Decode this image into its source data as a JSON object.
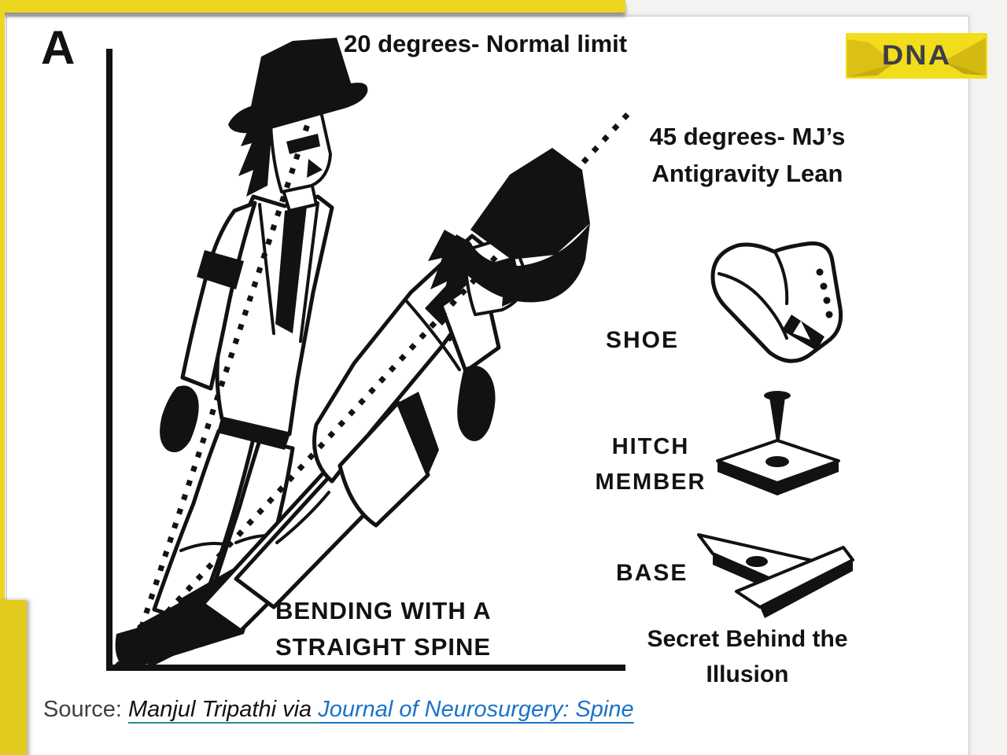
{
  "page": {
    "background": "#f4f3f1",
    "card_background": "#ffffff",
    "accent_yellow": "#ecd51e",
    "ink_black": "#121212",
    "link_blue": "#1a73c8"
  },
  "panel_label": "A",
  "annotations": {
    "normal_limit": "20 degrees- Normal limit",
    "mj_lean_line1": "45 degrees- MJ’s",
    "mj_lean_line2": "Antigravity Lean",
    "bending_line1": "BENDING WITH A",
    "bending_line2": "STRAIGHT SPINE",
    "secret_line1": "Secret Behind the",
    "secret_line2": "Illusion"
  },
  "parts": {
    "shoe_label": "SHOE",
    "hitch_label_line1": "HITCH",
    "hitch_label_line2": "MEMBER",
    "base_label": "BASE"
  },
  "icons": [
    "shoe-icon",
    "hitch-member-icon",
    "base-plate-icon",
    "mj-figure-20deg",
    "mj-figure-45deg",
    "dna-logo"
  ],
  "source": {
    "prefix": "Source: ",
    "author": "Manjul Tripathi via ",
    "journal": "Journal of Neurosurgery: Spine"
  },
  "logo": {
    "text": "DNA"
  }
}
